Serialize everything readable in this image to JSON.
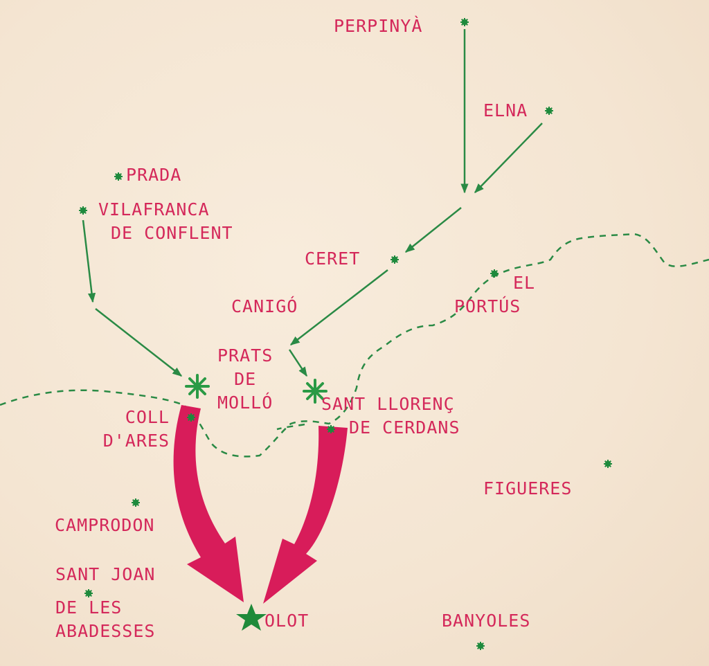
{
  "colors": {
    "label": "#d4285a",
    "marker": "#1e8a3c",
    "route_arrow": "#2a8a45",
    "main_arrow": "#d81c5a",
    "border": "#2a8a45",
    "paper": "#f6e8d6"
  },
  "places": {
    "perpinya": "PERPINYÀ",
    "elna": "ELNA",
    "prada": "PRADA",
    "vilafranca": [
      "VILAFRANCA",
      "DE CONFLENT"
    ],
    "ceret": "CERET",
    "el_portus": [
      "EL",
      "PORTÚS"
    ],
    "canigo": "CANIGÓ",
    "prats_de_mollo": [
      "PRATS",
      "DE",
      "MOLLÓ"
    ],
    "sant_llorenc": [
      "SANT LLORENÇ",
      "DE CERDANS"
    ],
    "coll_dares": [
      "COLL",
      "D'ARES"
    ],
    "figueres": "FIGUERES",
    "camprodon": "CAMPRODON",
    "sant_joan": [
      "SANT JOAN",
      "DE LES",
      "ABADESSES"
    ],
    "olot": "OLOT",
    "banyoles": "BANYOLES"
  },
  "icons": {
    "town": "asterisk-marker-icon",
    "crossing": "large-asterisk-icon",
    "destination": "star-icon"
  }
}
